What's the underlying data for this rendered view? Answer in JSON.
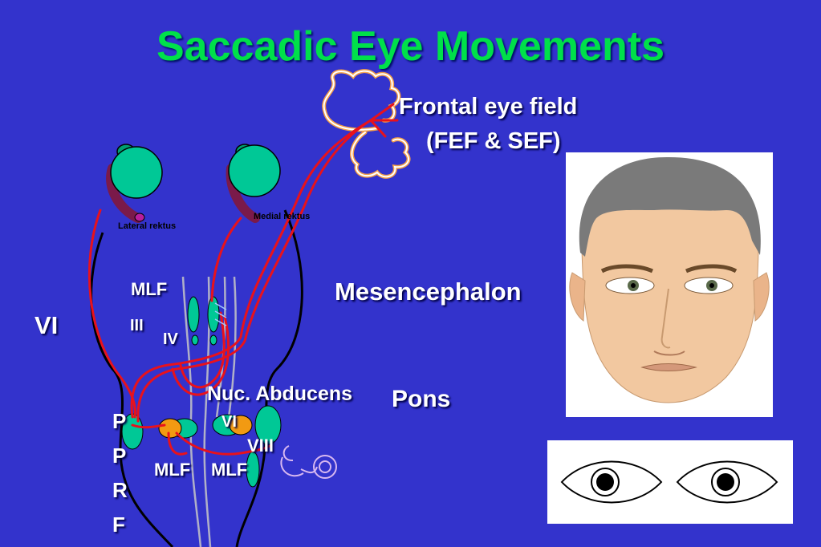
{
  "title": "Saccadic Eye Movements",
  "labels": {
    "fef_line1": "Frontal  eye field",
    "fef_line2": "(FEF & SEF)",
    "mesencephalon": "Mesencephalon",
    "pons": "Pons",
    "nuc_abducens": "Nuc. Abducens",
    "vi_left": "VI",
    "vi_nucleus": "VI",
    "viii": "VIII",
    "mlf_top": "MLF",
    "mlf_bottom_left": "MLF",
    "mlf_bottom_right": "MLF",
    "iii": "III",
    "iv": "IV",
    "pprf": [
      "P",
      "P",
      "R",
      "F"
    ],
    "lateral_rektus": "Lateral rektus",
    "medial_rektus": "Medial rektus"
  },
  "colors": {
    "background": "#3333cc",
    "title": "#00e04a",
    "pathway": "#e8121c",
    "eyeball": "#00c896",
    "brainstem_outline": "#000000",
    "nucleus_orange": "#f29a12",
    "cortex_outline": "#f4a04a"
  }
}
